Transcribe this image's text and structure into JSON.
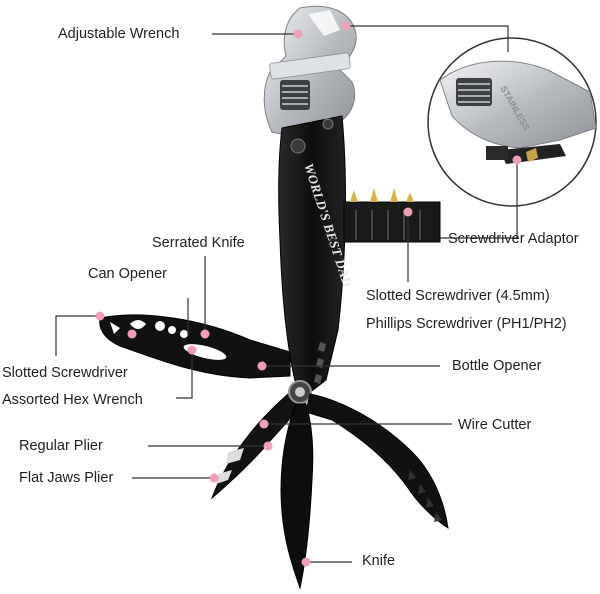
{
  "labels": {
    "adjustable_wrench": "Adjustable Wrench",
    "serrated_knife": "Serrated Knife",
    "can_opener": "Can Opener",
    "slotted_screwdriver": "Slotted Screwdriver",
    "assorted_hex_wrench": "Assorted Hex Wrench",
    "regular_plier": "Regular Plier",
    "flat_jaws_plier": "Flat Jaws Plier",
    "screwdriver_adaptor": "Screwdriver Adaptor",
    "slotted_screwdriver_size": "Slotted Screwdriver (4.5mm)",
    "phillips_screwdriver_size": "Phillips Screwdriver (PH1/PH2)",
    "bottle_opener": "Bottle Opener",
    "wire_cutter": "Wire Cutter",
    "knife": "Knife"
  },
  "engraving": "WORLD'S BEST DAD",
  "wrench_stamp": "STAINLESS",
  "colors": {
    "marker": "#f0a0b4",
    "leader_line": "#333333",
    "tool_body": "#141414",
    "steel": "#c9ccd0"
  }
}
